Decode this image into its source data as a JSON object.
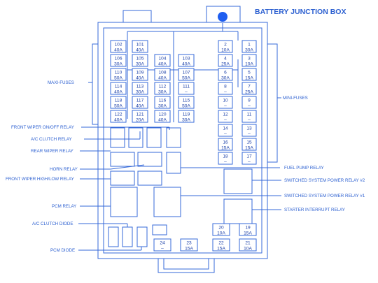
{
  "title": "BATTERY JUNCTION BOX",
  "colors": {
    "line": "#3568d8",
    "fill": "#ffffff",
    "text": "#2b5fd0",
    "connector": "#1f5ef0"
  },
  "maxi_fuses": [
    {
      "n": "102",
      "a": "40A"
    },
    {
      "n": "101",
      "a": "40A"
    },
    {
      "n": "106",
      "a": "30A"
    },
    {
      "n": "105",
      "a": "30A"
    },
    {
      "n": "110",
      "a": "50A"
    },
    {
      "n": "109",
      "a": "40A"
    },
    {
      "n": "114",
      "a": "40A"
    },
    {
      "n": "113",
      "a": "30A"
    },
    {
      "n": "118",
      "a": "50A"
    },
    {
      "n": "117",
      "a": "40A"
    },
    {
      "n": "122",
      "a": "40A"
    },
    {
      "n": "121",
      "a": "20A"
    },
    {
      "n": "104",
      "a": "40A"
    },
    {
      "n": "103",
      "a": "40A"
    },
    {
      "n": "108",
      "a": "40A"
    },
    {
      "n": "107",
      "a": "50A"
    },
    {
      "n": "112",
      "a": "30A"
    },
    {
      "n": "111",
      "a": "–"
    },
    {
      "n": "116",
      "a": "30A"
    },
    {
      "n": "115",
      "a": "50A"
    },
    {
      "n": "120",
      "a": "40A"
    },
    {
      "n": "119",
      "a": "30A"
    }
  ],
  "mini_fuses": [
    {
      "n": "2",
      "a": "10A"
    },
    {
      "n": "1",
      "a": "30A"
    },
    {
      "n": "4",
      "a": "25A"
    },
    {
      "n": "3",
      "a": "10A"
    },
    {
      "n": "6",
      "a": "30A"
    },
    {
      "n": "5",
      "a": "15A"
    },
    {
      "n": "8",
      "a": "–"
    },
    {
      "n": "7",
      "a": "25A"
    },
    {
      "n": "10",
      "a": "–"
    },
    {
      "n": "9",
      "a": "–"
    },
    {
      "n": "12",
      "a": "–"
    },
    {
      "n": "11",
      "a": "–"
    },
    {
      "n": "14",
      "a": "–"
    },
    {
      "n": "13",
      "a": "–"
    },
    {
      "n": "16",
      "a": "15A"
    },
    {
      "n": "15",
      "a": "15A"
    },
    {
      "n": "18",
      "a": "–"
    },
    {
      "n": "17",
      "a": "–"
    },
    {
      "n": "20",
      "a": "10A"
    },
    {
      "n": "19",
      "a": "15A"
    },
    {
      "n": "22",
      "a": "15A"
    },
    {
      "n": "21",
      "a": "10A"
    },
    {
      "n": "24",
      "a": "–"
    },
    {
      "n": "23",
      "a": "15A"
    }
  ],
  "left_labels": {
    "maxi_fuses": "MAXI-FUSES",
    "front_wiper_onoff": "FRONT WIPER ON/OFF RELAY",
    "ac_clutch_relay": "A/C CLUTCH RELAY",
    "rear_wiper": "REAR WIPER RELAY",
    "horn": "HORN RELAY",
    "front_wiper_highlow": "FRONT WIPER HIGH/LOW RELAY",
    "pcm_relay": "PCM RELAY",
    "ac_clutch_diode": "A/C CLUTCH DIODE",
    "pcm_diode": "PCM DIODE"
  },
  "right_labels": {
    "mini_fuses": "MINI-FUSES",
    "fuel_pump": "FUEL PUMP RELAY",
    "ssp2": "SWITCHED SYSTEM POWER RELAY #2",
    "ssp1": "SWITCHED SYSTEM POWER RELAY #1",
    "starter": "STARTER INTERRUPT RELAY"
  }
}
